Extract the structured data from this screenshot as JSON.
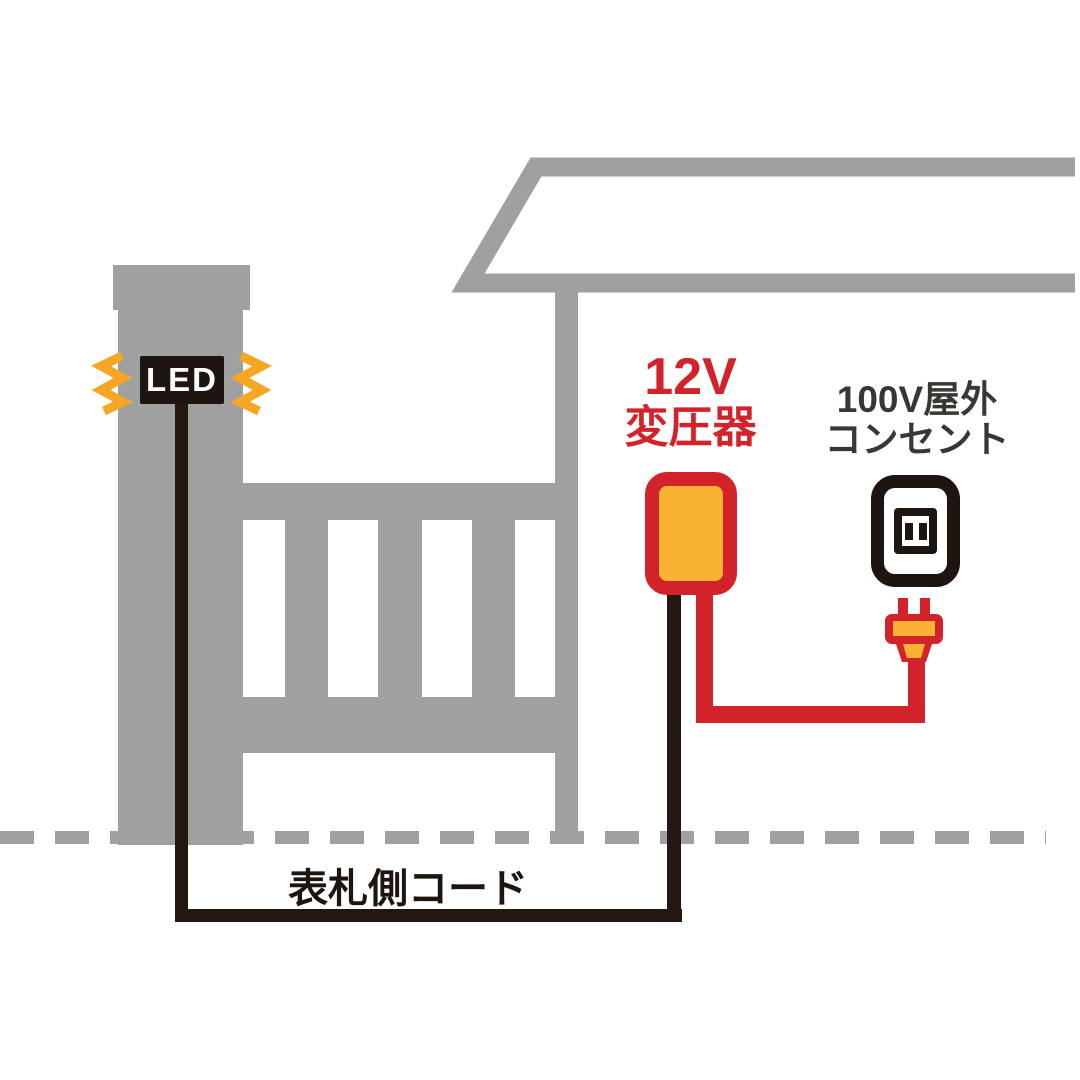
{
  "labels": {
    "led_sign": "LED",
    "transformer_voltage": "12V",
    "transformer_name": "変圧器",
    "outlet_line1": "100V屋外",
    "outlet_line2": "コンセント",
    "nameplate_cord": "表札側コード"
  },
  "colors": {
    "gray": "#a0a0a0",
    "red": "#d2232a",
    "yellow": "#f9b233",
    "orange": "#f5a623",
    "cord_black": "#241712",
    "text_dark": "#3a3632",
    "led_bg": "#1e1410",
    "white": "#ffffff"
  }
}
